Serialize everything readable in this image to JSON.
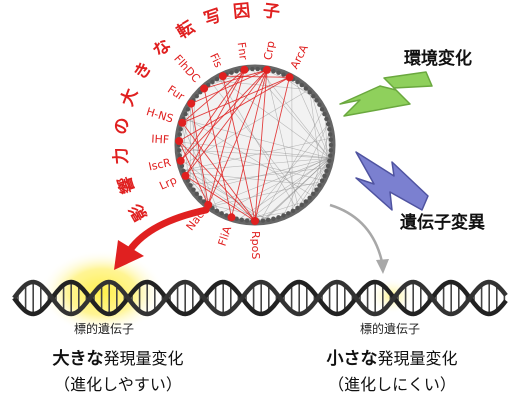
{
  "arc_title": "影響力の大きな転写因子",
  "factors": [
    "Lrp",
    "IscR",
    "IHF",
    "H-NS",
    "Fur",
    "FlhDC",
    "Fis",
    "Fnr",
    "Crp",
    "ArcA",
    "Nac",
    "FliA",
    "RpoS"
  ],
  "env_label": "環境変化",
  "mutation_label": "遺伝子変異",
  "target_gene_left": "標的遺伝子",
  "target_gene_right": "標的遺伝子",
  "left_caption": {
    "bold": "大きな",
    "rest": "発現量変化",
    "sub": "（進化しやすい）"
  },
  "right_caption": {
    "bold": "小さな",
    "rest": "発現量変化",
    "sub": "（進化しにくい）"
  },
  "colors": {
    "factor_red": "#e02020",
    "env_green": "#7cc84a",
    "mutation_blue": "#6a6fc4",
    "highlight_yellow": "#fff27a"
  }
}
